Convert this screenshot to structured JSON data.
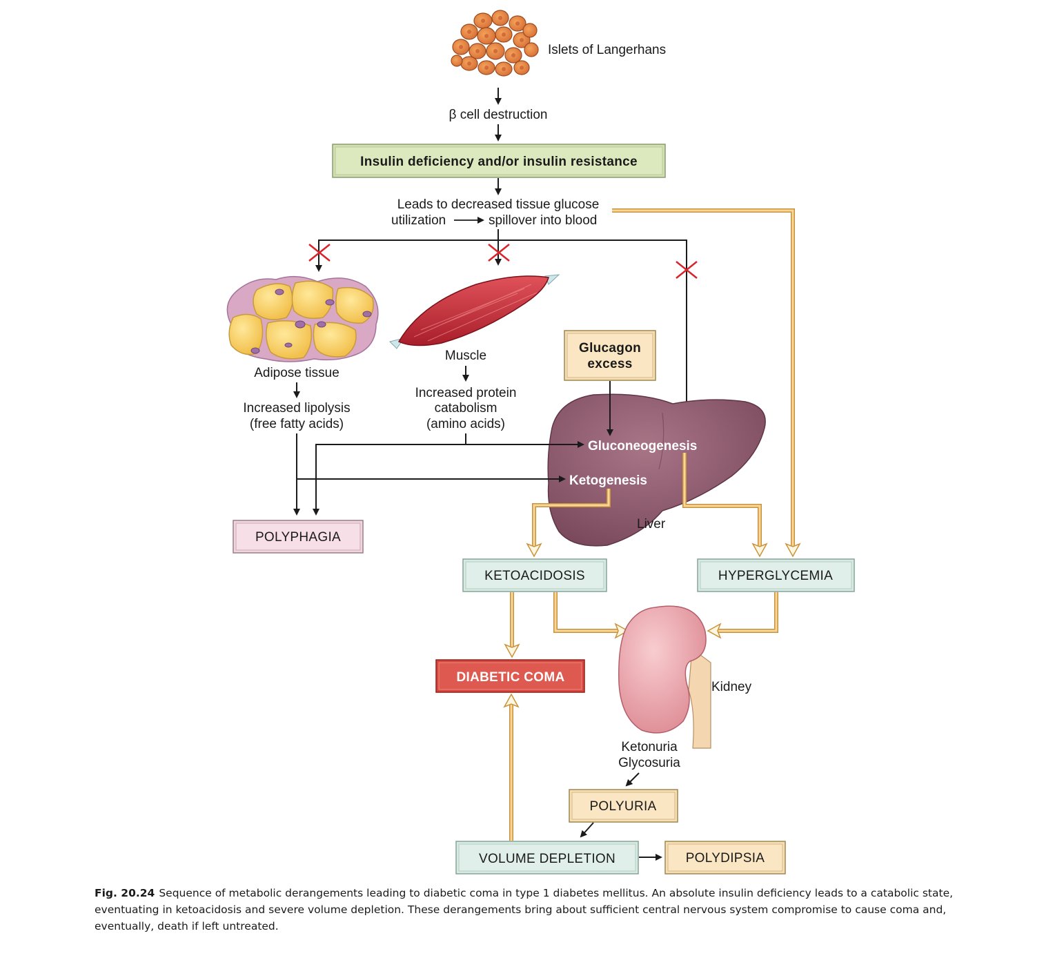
{
  "diagram": {
    "islets_label": "Islets of Langerhans",
    "beta_destruction": "β cell destruction",
    "insulin_box": "Insulin deficiency and/or insulin resistance",
    "leads_line1": "Leads to decreased tissue glucose",
    "leads_line2a": "utilization",
    "leads_line2b": "spillover into blood",
    "adipose_label": "Adipose tissue",
    "lipolysis_line1": "Increased lipolysis",
    "lipolysis_line2": "(free fatty acids)",
    "muscle_label": "Muscle",
    "protein_line1": "Increased protein",
    "protein_line2": "catabolism",
    "protein_line3": "(amino acids)",
    "glucagon_line1": "Glucagon",
    "glucagon_line2": "excess",
    "gluconeogenesis": "Gluconeogenesis",
    "ketogenesis": "Ketogenesis",
    "liver_label": "Liver",
    "polyphagia": "POLYPHAGIA",
    "ketoacidosis": "KETOACIDOSIS",
    "hyperglycemia": "HYPERGLYCEMIA",
    "diabetic_coma": "DIABETIC COMA",
    "kidney_label": "Kidney",
    "ketonuria": "Ketonuria",
    "glycosuria": "Glycosuria",
    "polyuria": "POLYURIA",
    "volume_depletion": "VOLUME DEPLETION",
    "polydipsia": "POLYDIPSIA"
  },
  "caption": {
    "figure_number": "Fig. 20.24",
    "text": "Sequence of metabolic derangements leading to diabetic coma in type 1 diabetes mellitus. An absolute insulin deficiency leads to a catabolic state, eventuating in ketoacidosis and severe volume depletion. These derangements bring about sufficient central nervous system compromise to cause coma and, eventually, death if left untreated."
  },
  "colors": {
    "black_arrow": "#1a1a1a",
    "orange_arrow": "#f0b860",
    "cross": "#d9232a",
    "insulin_box": "#d2e0b0",
    "teal_box": "#d8ebe3",
    "pink_box": "#f2d6df",
    "peach_box": "#f7dfb5",
    "red_box": "#d8473e",
    "liver": "#8e5a6d",
    "kidney": "#eba6ad"
  }
}
